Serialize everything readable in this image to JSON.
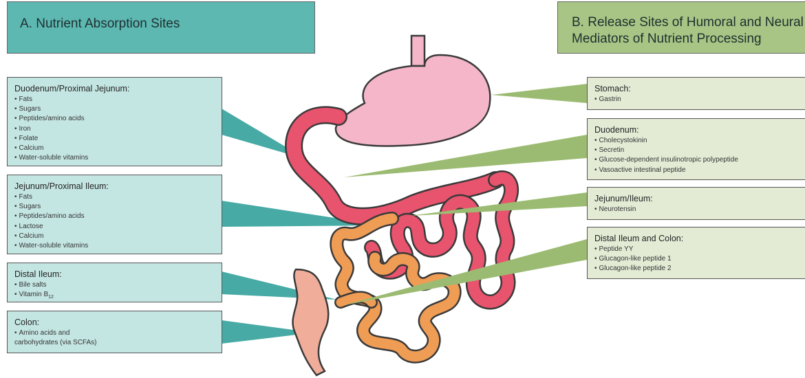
{
  "panel_a": {
    "title": "A.  Nutrient Absorption Sites",
    "boxes": [
      {
        "title": "Duodenum/Proximal Jejunum:",
        "items": [
          "Fats",
          "Sugars",
          "Peptides/amino acids",
          "Iron",
          "Folate",
          "Calcium",
          "Water-soluble vitamins"
        ]
      },
      {
        "title": "Jejunum/Proximal Ileum:",
        "items": [
          "Fats",
          "Sugars",
          "Peptides/amino acids",
          "Lactose",
          "Calcium",
          "Water-soluble vitamins"
        ]
      },
      {
        "title": "Distal Ileum:",
        "items": [
          "Bile salts",
          "Vitamin B"
        ],
        "vitamin_subscript": "12"
      },
      {
        "title": "Colon:",
        "items": [
          "Amino acids and carbohydrates (via SCFAs)"
        ]
      }
    ]
  },
  "panel_b": {
    "title": "B.  Release Sites of Humoral and Neural Mediators of Nutrient Processing",
    "boxes": [
      {
        "title": "Stomach:",
        "items": [
          "Gastrin"
        ]
      },
      {
        "title": "Duodenum:",
        "items": [
          "Cholecystokinin",
          "Secretin",
          "Glucose-dependent insulinotropic polypeptide",
          "Vasoactive intestinal peptide"
        ]
      },
      {
        "title": "Jejunum/Ileum:",
        "items": [
          "Neurotensin"
        ]
      },
      {
        "title": "Distal Ileum and Colon:",
        "items": [
          "Peptide YY",
          "Glucagon-like peptide 1",
          "Glucagon-like peptide 2"
        ]
      }
    ]
  },
  "colors": {
    "panel_a_header": "#5db8b2",
    "panel_a_box": "#c4e6e3",
    "panel_b_header": "#a9c585",
    "panel_b_box": "#e3ebd5",
    "stomach": "#f4b6c8",
    "small_intestine_proximal": "#e8536d",
    "small_intestine_distal": "#ef9d55",
    "colon": "#f0ad9a"
  }
}
